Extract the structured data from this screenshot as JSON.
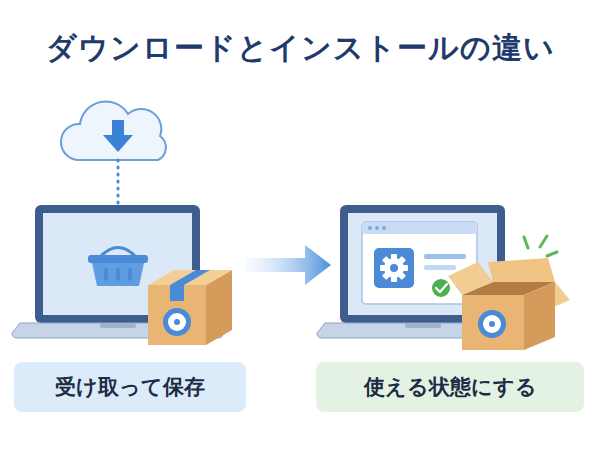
{
  "diagram": {
    "title": "ダウンロードとインストールの違い",
    "nodes": [
      {
        "text": [
          "受け取って保存"
        ]
      },
      {
        "text": [
          "使える状態にする"
        ]
      }
    ]
  }
}
